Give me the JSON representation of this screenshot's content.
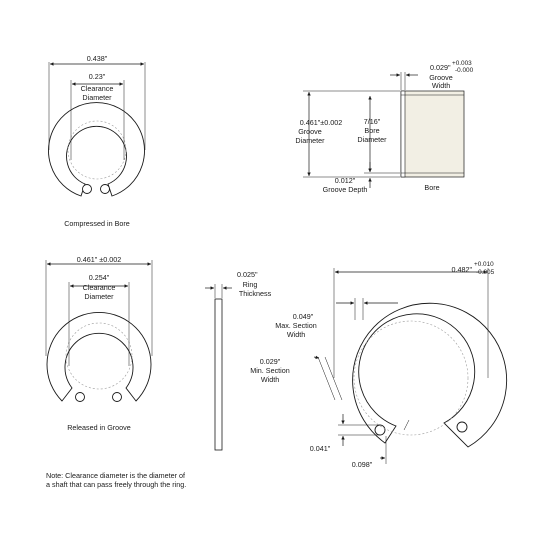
{
  "compressed_view": {
    "outer_dim": "0.438\"",
    "clearance_value": "0.23\"",
    "clearance_label_1": "Clearance",
    "clearance_label_2": "Diameter",
    "caption": "Compressed in Bore"
  },
  "groove_view": {
    "groove_diameter_value": "0.461\"±0.002",
    "groove_diameter_label_1": "Groove",
    "groove_diameter_label_2": "Diameter",
    "bore_diameter_value": "7/16\"",
    "bore_diameter_label_1": "Bore",
    "bore_diameter_label_2": "Diameter",
    "groove_width_value": "0.029\"",
    "groove_width_tol_plus": "+0.003",
    "groove_width_tol_minus": "-0.000",
    "groove_width_label_1": "Groove",
    "groove_width_label_2": "Width",
    "groove_depth_value": "0.012\"",
    "groove_depth_label": "Groove Depth",
    "bore_label": "Bore"
  },
  "released_view": {
    "outer_dim": "0.461\" ±0.002",
    "clearance_value": "0.254\"",
    "clearance_label_1": "Clearance",
    "clearance_label_2": "Diameter",
    "caption": "Released in Groove"
  },
  "thickness_view": {
    "value": "0.025\"",
    "label_1": "Ring",
    "label_2": "Thickness"
  },
  "detail_view": {
    "outer_value": "0.482\"",
    "outer_tol_plus": "+0.010",
    "outer_tol_minus": "-0.005",
    "max_section_value": "0.049\"",
    "max_section_label_1": "Max. Section",
    "max_section_label_2": "Width",
    "min_section_value": "0.029\"",
    "min_section_label_1": "Min. Section",
    "min_section_label_2": "Width",
    "lug_hole_value": "0.041\"",
    "lug_gap_value": "0.098\""
  },
  "note": {
    "line_1": "Note: Clearance diameter is the diameter of",
    "line_2": "a shaft that can pass freely through the ring."
  }
}
